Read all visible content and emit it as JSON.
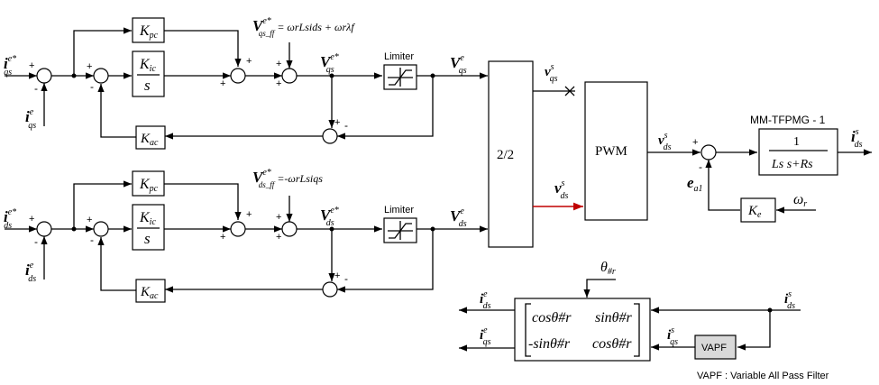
{
  "top_loop": {
    "input": "i",
    "input_sup": "e*",
    "input_sub": "qs",
    "feedback": "i",
    "feedback_sup": "e",
    "feedback_sub": "qs",
    "kpc": "K",
    "kpc_sub": "pc",
    "kic": "K",
    "kic_sub": "ic",
    "s": "s",
    "kac": "K",
    "kac_sub": "ac",
    "ff_label": "V",
    "ff_sup": "e*",
    "ff_sub": "qs_ff",
    "ff_expr": "= ωrLsids + ωrλf",
    "vref": "V",
    "vref_sup": "e*",
    "vref_sub": "qs",
    "limiter": "Limiter",
    "vout": "V",
    "vout_sup": "e",
    "vout_sub": "qs"
  },
  "bottom_loop": {
    "input": "i",
    "input_sup": "e*",
    "input_sub": "ds",
    "feedback": "i",
    "feedback_sup": "e",
    "feedback_sub": "ds",
    "kpc": "K",
    "kpc_sub": "pc",
    "kic": "K",
    "kic_sub": "ic",
    "s": "s",
    "kac": "K",
    "kac_sub": "ac",
    "ff_label": "V",
    "ff_sup": "e*",
    "ff_sub": "ds_ff",
    "ff_expr": "=-ωrLsiqs",
    "vref": "V",
    "vref_sup": "e*",
    "vref_sub": "ds",
    "limiter": "Limiter",
    "vout": "V",
    "vout_sup": "e",
    "vout_sub": "ds"
  },
  "transform": {
    "label": "2/2",
    "out_q": "v",
    "out_q_sup": "s",
    "out_q_sub": "qs",
    "out_d": "v",
    "out_d_sup": "s",
    "out_d_sub": "ds"
  },
  "pwm": {
    "label": "PWM",
    "out": "v",
    "out_sup": "s",
    "out_sub": "ds"
  },
  "plant": {
    "title": "MM-TFPMG - 1",
    "num": "1",
    "den": "Ls s+Rs",
    "out": "i",
    "out_sup": "s",
    "out_sub": "ds",
    "bemf": "e",
    "bemf_sub": "a1",
    "ke": "K",
    "ke_sub": "e",
    "wr": "ω",
    "wr_sub": "r"
  },
  "rotation": {
    "theta": "θ",
    "theta_sub": "#r",
    "r1c1": "cosθ#r",
    "r1c2": "sinθ#r",
    "r2c1": "-sinθ#r",
    "r2c2": "cosθ#r",
    "in": "i",
    "in_sup": "s",
    "in_sub": "ds",
    "in_q": "i",
    "in_q_sup": "s",
    "in_q_sub": "qs",
    "out_d": "i",
    "out_d_sup": "e",
    "out_d_sub": "ds",
    "out_q": "i",
    "out_q_sup": "e",
    "out_q_sub": "qs",
    "vapf": "VAPF"
  },
  "footnote": "VAPF : Variable All Pass Filter",
  "colors": {
    "line": "#000000",
    "highlight": "#c00000",
    "vapf_fill": "#d9d9d9"
  }
}
